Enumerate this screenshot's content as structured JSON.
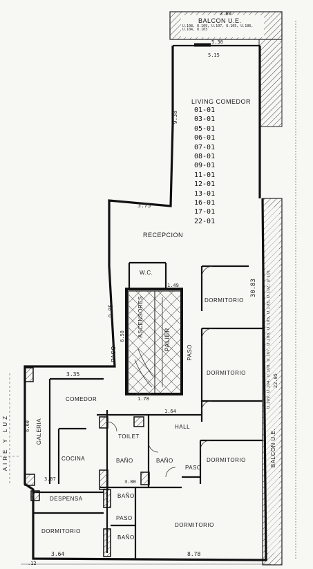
{
  "rooms": {
    "balcony_top": "BALCON  U.E.",
    "balcony_top_units": "U.108, U.109, U.107, U.105, U.106, U.104, U.103",
    "balcony_top_width": "3.60",
    "living": "LIVING COMEDOR",
    "reception": "RECEPCION",
    "landing": "PALIER",
    "elevators": "ASCENSORES",
    "wc": "W.C.",
    "bedroom_1": "DORMITORIO",
    "bedroom_2": "DORMITORIO",
    "bedroom_3": "DORMITORIO",
    "bedroom_4": "DORMITORIO",
    "bedroom_5": "DORMITORIO",
    "hall": "HALL",
    "toilet": "TOILET",
    "bath_1": "BAÑO",
    "bath_2": "BAÑO",
    "bath_3": "BAÑO",
    "bath_4": "BAÑO",
    "dining": "COMEDOR",
    "kitchen": "COCINA",
    "gallery": "GALERIA",
    "pantry": "DESPENSA",
    "passage_1": "PASO",
    "passage_2": "PASO",
    "passage_3": "PASO",
    "passage_4": "PASO",
    "balcony_side": "BALCON  U.E.",
    "balcony_side_units": "U.109, U.104, U.108, U.107, U.106, U.105, U.103, U.102, U.101",
    "air_light": "AIRE Y LUZ"
  },
  "unit_list": [
    "01-01",
    "03-01",
    "05-01",
    "06-01",
    "07-01",
    "08-01",
    "09-01",
    "11-01",
    "12-01",
    "13-01",
    "16-01",
    "17-01",
    "22-01"
  ],
  "dimensions": {
    "top_530": "5.30",
    "top_515": "5.15",
    "left_938": "9.38",
    "step_375": "3.75",
    "corridor_985": "9.85",
    "right_3083": "30.83",
    "right_2205": "22.05",
    "kitchen_335": "3.35",
    "gallery_660": "6.60",
    "bottom_364": "3.64",
    "bottom_878": "8.78",
    "landing_149": "1.49",
    "landing_658": "6.58",
    "small_178": "1.78",
    "small_164": "1.64",
    "small_300": "3.00",
    "small_307": "3.07",
    "small_012": ".12"
  },
  "colors": {
    "wall": "#111111",
    "line": "#333333",
    "paper": "#f7f7f4",
    "hatch": "#444444"
  }
}
